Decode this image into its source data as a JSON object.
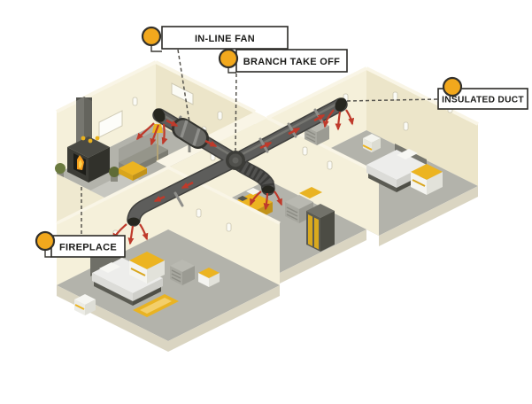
{
  "callouts": {
    "inline_fan": {
      "label": "IN-LINE FAN"
    },
    "branch_take_off": {
      "label": "BRANCH TAKE OFF"
    },
    "insulated_duct": {
      "label": "INSULATED DUCT"
    },
    "fireplace": {
      "label": "FIREPLACE"
    }
  },
  "colors": {
    "background": "#ffffff",
    "marker_yellow": "#f2a81d",
    "marker_stroke": "#33312c",
    "arrow_red": "#bf3a2b",
    "duct_gray": "#5d5d5b",
    "duct_dark": "#3f3f3d",
    "wall_lit": "#f5f0da",
    "wall_shade": "#ece5c9",
    "wall_top": "#f9f5e6",
    "floor_gray": "#b3b3ab",
    "accent_yellow": "#ecb421",
    "label_border": "#2b2a26",
    "label_text": "#1b1b19"
  }
}
